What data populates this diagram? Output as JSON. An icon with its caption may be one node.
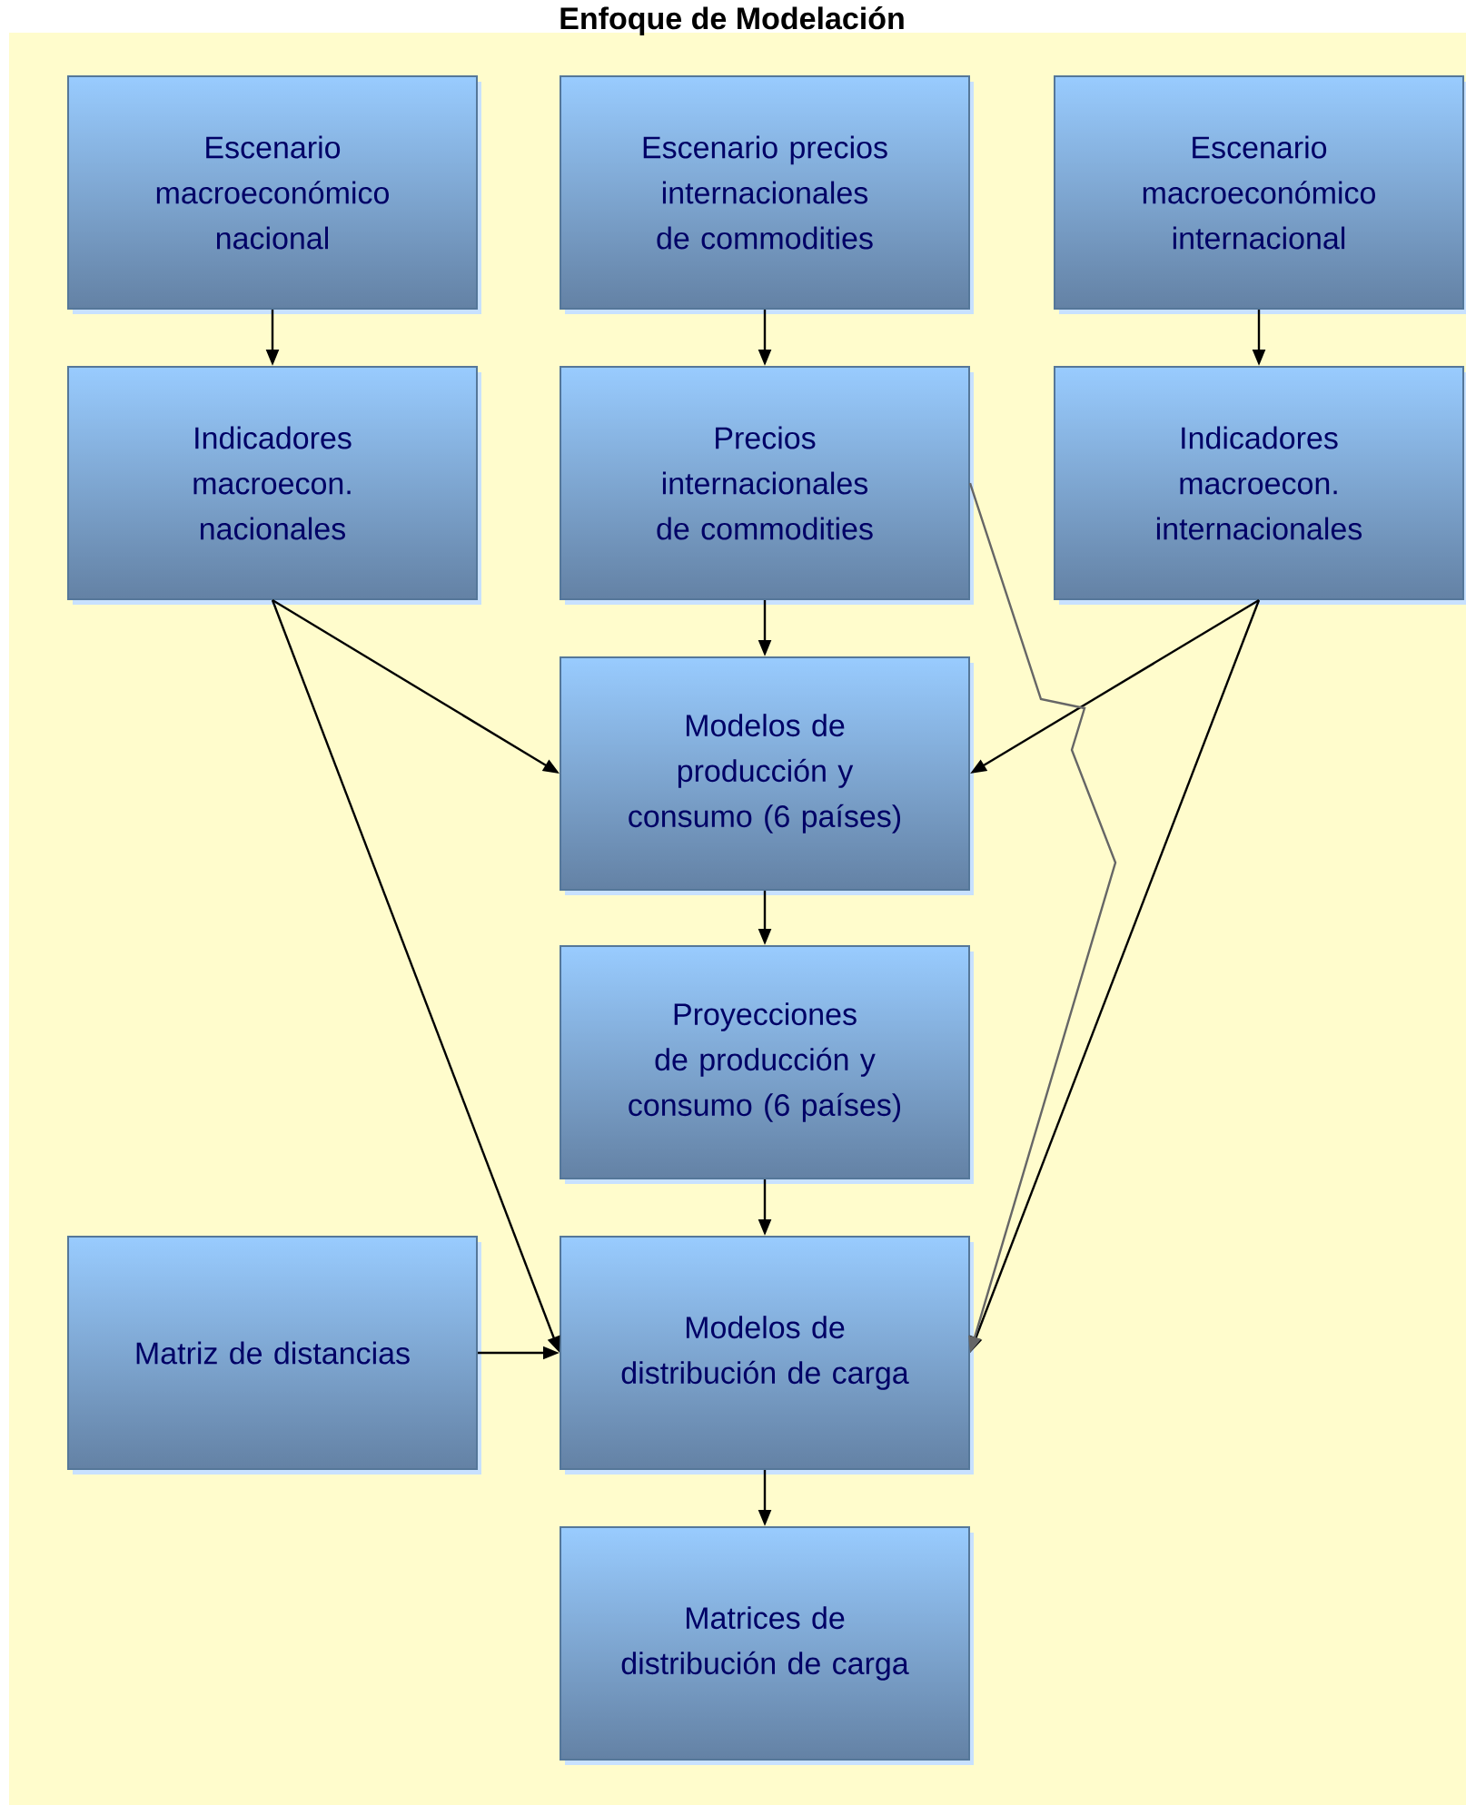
{
  "diagram": {
    "title": "Enfoque de Modelación",
    "nodes": [
      {
        "text": [
          "Escenario macroeconómico nacional"
        ]
      },
      {
        "text": [
          "Escenario precios internacionales de commodities"
        ]
      },
      {
        "text": [
          "Escenario macroeconómico internacional"
        ]
      },
      {
        "text": [
          "Indicadores macroecon. nacionales"
        ]
      },
      {
        "text": [
          "Precios internacionales de commodities"
        ]
      },
      {
        "text": [
          "Indicadores macroecon. internacionales"
        ]
      },
      {
        "text": [
          "Modelos de producción y consumo (6 países)"
        ]
      },
      {
        "text": [
          "Proyecciones de producción y consumo (6 países)"
        ]
      },
      {
        "text": [
          "Matriz de distancias"
        ]
      },
      {
        "text": [
          "Modelos de distribución de carga"
        ]
      },
      {
        "text": [
          "Matrices de distribución de carga"
        ]
      }
    ],
    "edges": [
      {
        "from": 0,
        "to": 3,
        "arrow": "to"
      },
      {
        "from": 1,
        "to": 4,
        "arrow": "to"
      },
      {
        "from": 2,
        "to": 5,
        "arrow": "to"
      },
      {
        "from": 3,
        "to": 6,
        "arrow": "to"
      },
      {
        "from": 3,
        "to": 9,
        "arrow": "to"
      },
      {
        "from": 4,
        "to": 6,
        "arrow": "to"
      },
      {
        "from": 5,
        "to": 6,
        "arrow": "to"
      },
      {
        "from": 5,
        "to": 9,
        "arrow": "to"
      },
      {
        "from": 4,
        "to": 9,
        "arrow": "to",
        "color": "#666666"
      },
      {
        "from": 6,
        "to": 7,
        "arrow": "to"
      },
      {
        "from": 7,
        "to": 9,
        "arrow": "to"
      },
      {
        "from": 8,
        "to": 9,
        "arrow": "to"
      },
      {
        "from": 9,
        "to": 10,
        "arrow": "to"
      }
    ]
  }
}
